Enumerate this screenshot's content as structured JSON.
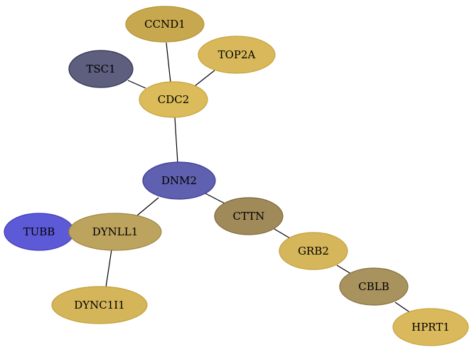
{
  "nodes": [
    {
      "id": "CCND1",
      "label": "CCND1",
      "fill": "#c8a84e",
      "stroke": "#b59535"
    },
    {
      "id": "TOP2A",
      "label": "TOP2A",
      "fill": "#d8b85a",
      "stroke": "#c5a33d"
    },
    {
      "id": "TSC1",
      "label": "TSC1",
      "fill": "#5e5e7e",
      "stroke": "#2f2f52"
    },
    {
      "id": "CDC2",
      "label": "CDC2",
      "fill": "#dbbb5a",
      "stroke": "#c6a43e"
    },
    {
      "id": "DNM2",
      "label": "DNM2",
      "fill": "#6060b0",
      "stroke": "#3a3a96"
    },
    {
      "id": "CTTN",
      "label": "CTTN",
      "fill": "#a08a5a",
      "stroke": "#7d693c"
    },
    {
      "id": "TUBB",
      "label": "TUBB",
      "fill": "#5d5ad8",
      "stroke": "#3e3ab8"
    },
    {
      "id": "DYNLL1",
      "label": "DYNLL1",
      "fill": "#bca35e",
      "stroke": "#a08845"
    },
    {
      "id": "GRB2",
      "label": "GRB2",
      "fill": "#d6b65a",
      "stroke": "#c4a13f"
    },
    {
      "id": "DYNC1I1",
      "label": "DYNC1I1",
      "fill": "#d4b55a",
      "stroke": "#c3a03e"
    },
    {
      "id": "CBLB",
      "label": "CBLB",
      "fill": "#a8925e",
      "stroke": "#86703f"
    },
    {
      "id": "HPRT1",
      "label": "HPRT1",
      "fill": "#dab95c",
      "stroke": "#c8a43f"
    }
  ],
  "edges": [
    {
      "source": "CCND1",
      "target": "CDC2"
    },
    {
      "source": "TOP2A",
      "target": "CDC2"
    },
    {
      "source": "TSC1",
      "target": "CDC2"
    },
    {
      "source": "CDC2",
      "target": "DNM2"
    },
    {
      "source": "DNM2",
      "target": "DYNLL1"
    },
    {
      "source": "DNM2",
      "target": "CTTN"
    },
    {
      "source": "DYNLL1",
      "target": "DYNC1I1"
    },
    {
      "source": "CTTN",
      "target": "GRB2"
    },
    {
      "source": "GRB2",
      "target": "CBLB"
    },
    {
      "source": "CBLB",
      "target": "HPRT1"
    }
  ]
}
